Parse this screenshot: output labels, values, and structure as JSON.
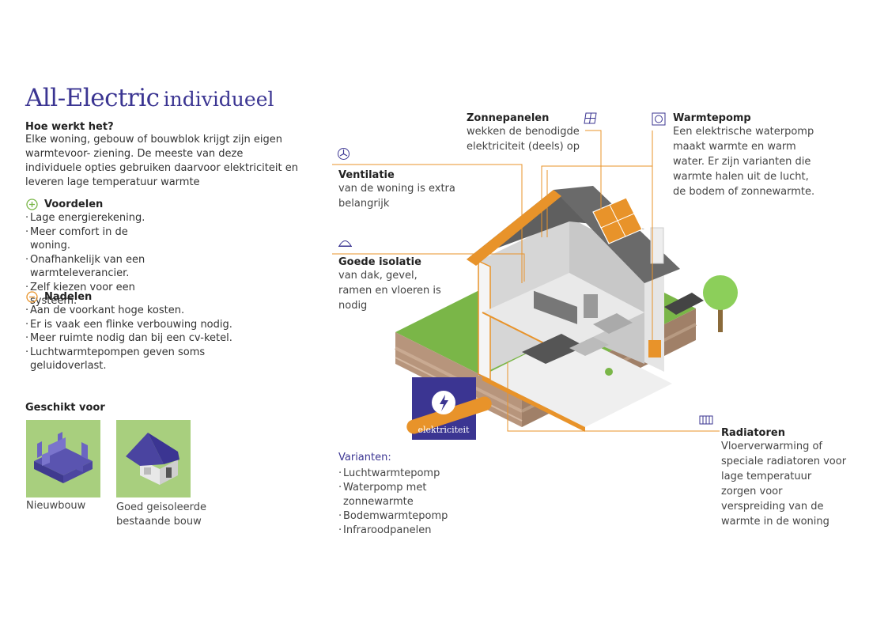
{
  "title": {
    "main": "All-Electric",
    "sub": "individueel"
  },
  "how": {
    "heading": "Hoe werkt het?",
    "body": "Elke woning, gebouw of bouwblok krijgt zijn eigen warmtevoor- ziening. De meeste van deze individuele opties gebruiken daarvoor elektriciteit en leveren lage temperatuur warmte"
  },
  "voordelen": {
    "heading": "Voordelen",
    "items": [
      "Lage energierekening.",
      "Meer comfort in de woning.",
      "Onafhankelijk van een warmteleverancier.",
      "Zelf kiezen voor een systeem."
    ]
  },
  "nadelen": {
    "heading": "Nadelen",
    "items": [
      "Aan de voorkant hoge kosten.",
      "Er is vaak een flinke verbouwing nodig.",
      "Meer ruimte nodig dan bij een cv-ketel.",
      "Luchtwarmtepompen geven soms geluidoverlast."
    ]
  },
  "geschikt": {
    "heading": "Geschikt voor",
    "items": [
      {
        "label": "Nieuwbouw"
      },
      {
        "label": "Goed geisoleerde bestaande bouw"
      }
    ]
  },
  "labels": {
    "ventilatie": {
      "heading": "Ventilatie",
      "body": "van de woning is extra belangrijk"
    },
    "isolatie": {
      "heading": "Goede isolatie",
      "body": "van dak, gevel, ramen en vloeren is nodig"
    },
    "zonnepanelen": {
      "heading": "Zonnepanelen",
      "body": "wekken de benodigde elektriciteit (deels) op"
    },
    "warmtepomp": {
      "heading": "Warmtepomp",
      "body": "Een elektrische waterpomp maakt warmte en warm water. Er zijn varianten die warmte halen uit de lucht, de bodem of zonnewarmte."
    },
    "radiatoren": {
      "heading": "Radiatoren",
      "body": "Vloerverwarming of speciale radiatoren voor lage temperatuur zorgen voor verspreiding van de warmte in de woning"
    }
  },
  "elektriciteit_label": "elektriciteit",
  "varianten": {
    "heading": "Varianten:",
    "items": [
      "Luchtwarmtepomp",
      "Waterpomp met zonnewarmte",
      "Bodemwarmtepomp",
      "Infraroodpanelen"
    ]
  },
  "colors": {
    "accent_purple": "#3b3592",
    "orange": "#e8932a",
    "grass": "#7ab648",
    "plus_green": "#7ab648",
    "minus_orange": "#e8932a",
    "suit_bg": "#a8cf7e"
  },
  "icons": {
    "plus": "plus-circle-icon",
    "minus": "minus-circle-icon",
    "ventilatie": "fan-icon",
    "isolatie": "insulation-dome-icon",
    "zonnepanelen": "solar-panel-icon",
    "warmtepomp": "heat-pump-icon",
    "radiatoren": "radiator-icon",
    "elektriciteit": "lightning-icon"
  }
}
